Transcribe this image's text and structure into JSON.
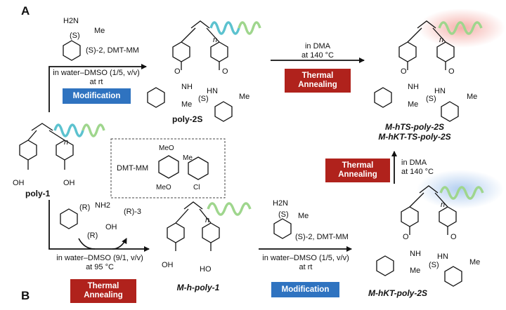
{
  "panel_labels": {
    "a": "A",
    "b": "B"
  },
  "reagents": {
    "amine_s_number": "(S)-2",
    "amine_r_number": "(R)-3",
    "coupling": ", DMT-MM",
    "me": "Me",
    "nh2": "H2N",
    "nh2_r": "NH2",
    "oh": "OH",
    "stereo_s": "(S)",
    "stereo_r": "(R)"
  },
  "conditions": {
    "water_dmso_1_5": "in water–DMSO (1/5, v/v)",
    "water_dmso_9_1": "in water–DMSO (9/1, v/v)",
    "at_rt": "at rt",
    "at_95": "at 95 °C",
    "in_dma": "in DMA",
    "at_140": "at 140 °C"
  },
  "badges": {
    "modification": "Modification",
    "thermal_line1": "Thermal",
    "thermal_line2": "Annealing"
  },
  "compounds": {
    "poly1": "poly-1",
    "poly2s": "poly-2S",
    "mh_poly1": "M-h-poly-1",
    "mhts": "M-hTS-poly-2S",
    "mhktts": "M-hKT-TS-poly-2S",
    "mhkt": "M-hKT-poly-2S"
  },
  "dmtmm_box": {
    "label": "DMT-MM",
    "ome": "MeO",
    "me": "Me",
    "cl": "Cl"
  },
  "polymer_labels": {
    "n": "n",
    "oh": "OH",
    "ho": "HO",
    "o": "O",
    "nh": "NH",
    "hn": "HN",
    "me": "Me",
    "s": "(S)"
  },
  "colors": {
    "modification": "#2f73c0",
    "annealing": "#b0221c",
    "helix_cyan": "#5cc2cf",
    "helix_green": "#9fd68d",
    "glow_red": "#f4a6a0",
    "glow_blue": "#a9c8ee"
  }
}
